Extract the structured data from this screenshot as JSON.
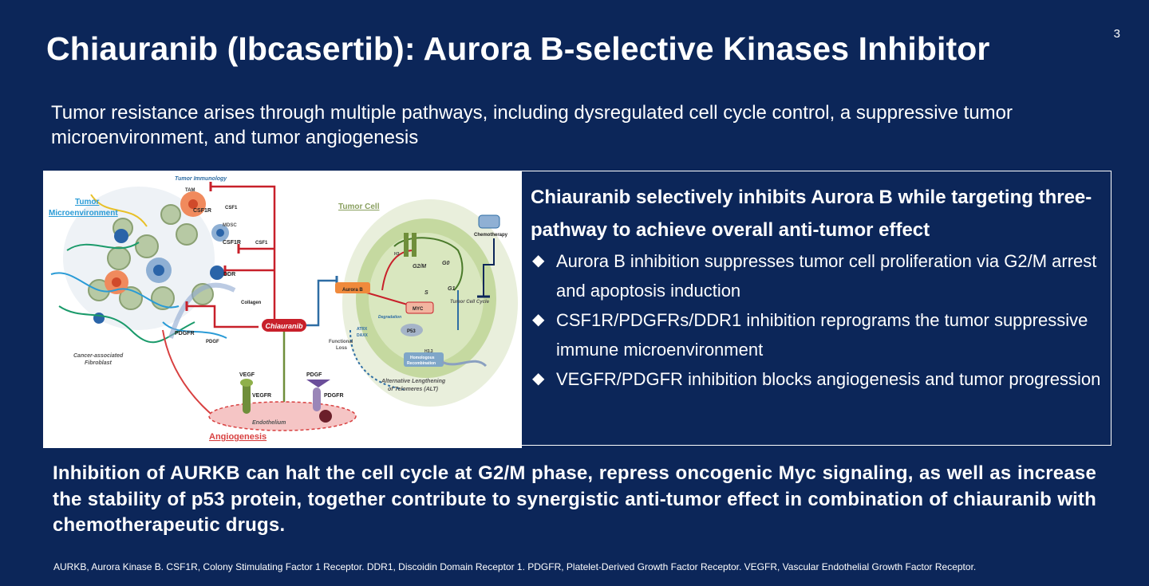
{
  "page_number": "3",
  "title": "Chiauranib (Ibcasertib): Aurora B-selective Kinases Inhibitor",
  "intro": "Tumor resistance arises through multiple pathways, including dysregulated cell cycle control, a suppressive tumor microenvironment, and tumor angiogenesis",
  "figure": {
    "tumor_immunology": "Tumor Immunology",
    "tam": "TAM",
    "tumor": "Tumor",
    "microenvironment": "Microenvironment",
    "csf1r_a": "CSF1R",
    "csf1_a": "CSF1",
    "mdsc": "MDSC",
    "csf1r_b": "CSF1R",
    "csf1_b": "CSF1",
    "ddr": "DDR",
    "collagen": "Collagen",
    "pdgfr_a": "PDGFR",
    "pdgf_a": "PDGF",
    "caf1": "Cancer-associated",
    "caf2": "Fibroblast",
    "chiauranib": "Chiauranib",
    "vegf": "VEGF",
    "vegfr": "VEGFR",
    "pdgf_b": "PDGF",
    "pdgfr_b": "PDGFR",
    "endothelium": "Endothelium",
    "angiogenesis": "Angiogenesis",
    "tumor_cell": "Tumor Cell",
    "chemotherapy": "Chemotherapy",
    "h3_a": "H3",
    "g2m": "G2/M",
    "g0": "G0",
    "g1": "G1",
    "s": "S",
    "aurora_b": "Aurora B",
    "myc": "MYC",
    "tumor_cell_cycle": "Tumor Cell Cycle",
    "degradation": "Degradation",
    "atrx": "ATRX",
    "daxx": "DAXX",
    "p53": "P53",
    "h33": "H3.3",
    "homologous1": "Homologous",
    "homologous2": "Recombination",
    "functional1": "Functional",
    "functional2": "Loss",
    "alt1": "Alternative Lengthening",
    "alt2": "of Telomeres (ALT)"
  },
  "info": {
    "heading": "Chiauranib selectively inhibits Aurora B while targeting three-pathway to achieve overall anti-tumor effect",
    "bullet_symbol": "◆",
    "bullets": [
      "Aurora B inhibition suppresses tumor cell proliferation via G2/M arrest and apoptosis induction",
      "CSF1R/PDGFRs/DDR1 inhibition reprograms the tumor suppressive immune microenvironment",
      "VEGFR/PDGFR inhibition blocks angiogenesis and tumor progression"
    ]
  },
  "conclusion": "Inhibition of AURKB can halt the cell cycle at G2/M phase, repress oncogenic Myc signaling, as well as increase the stability of p53 protein, together contribute to synergistic anti-tumor effect in combination of chiauranib with chemotherapeutic drugs.",
  "footnote": "AURKB, Aurora Kinase B. CSF1R, Colony Stimulating Factor 1 Receptor.  DDR1, Discoidin Domain Receptor 1.  PDGFR, Platelet-Derived Growth Factor Receptor.  VEGFR, Vascular Endothelial Growth Factor Receptor.",
  "colors": {
    "background": "#0c2659",
    "inhibition_red": "#c8202a",
    "pathway_blue": "#2e6da4",
    "cell_green": "#b9cf8c"
  }
}
